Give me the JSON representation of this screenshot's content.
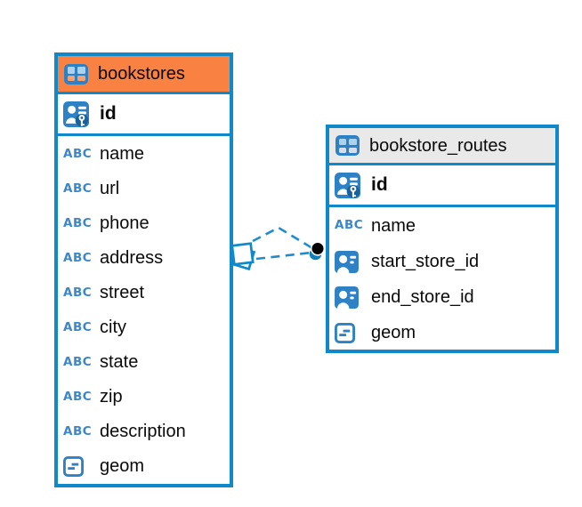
{
  "diagram": {
    "type": "entity-relationship",
    "tables": [
      {
        "name": "bookstores",
        "header_color": "#f98142",
        "header_style": "--hdr:#f98142;--cellb:#f9a06e",
        "primary_key": {
          "name": "id"
        },
        "columns": [
          {
            "name": "name",
            "type": "text"
          },
          {
            "name": "url",
            "type": "text"
          },
          {
            "name": "phone",
            "type": "text"
          },
          {
            "name": "address",
            "type": "text"
          },
          {
            "name": "street",
            "type": "text"
          },
          {
            "name": "city",
            "type": "text"
          },
          {
            "name": "state",
            "type": "text"
          },
          {
            "name": "zip",
            "type": "text"
          },
          {
            "name": "description",
            "type": "text"
          },
          {
            "name": "geom",
            "type": "geometry"
          }
        ]
      },
      {
        "name": "bookstore_routes",
        "header_color": "#e9e9e9",
        "header_style": "--hdr:#e9e9e9;--cellb:#d7dee8",
        "primary_key": {
          "name": "id"
        },
        "columns": [
          {
            "name": "name",
            "type": "text"
          },
          {
            "name": "start_store_id",
            "type": "reference"
          },
          {
            "name": "end_store_id",
            "type": "reference"
          },
          {
            "name": "geom",
            "type": "geometry"
          }
        ]
      }
    ],
    "relationships": [
      {
        "from": "bookstores",
        "to": "bookstore_routes",
        "style": "dashed"
      },
      {
        "from": "bookstores",
        "to": "bookstore_routes",
        "style": "dashed"
      }
    ]
  },
  "icons": {
    "table": "table-grid-icon",
    "primary_key": "person-key-icon",
    "reference": "person-card-icon",
    "text": "abc-icon",
    "geometry": "geometry-box-icon",
    "abc_glyph": "ABC"
  },
  "colors": {
    "table_border": "#1089ca",
    "connector": "#1f8ccd",
    "icon_blue": "#2e81c4",
    "canvas_background": "#ffffff",
    "text": "#0a0a0a"
  }
}
